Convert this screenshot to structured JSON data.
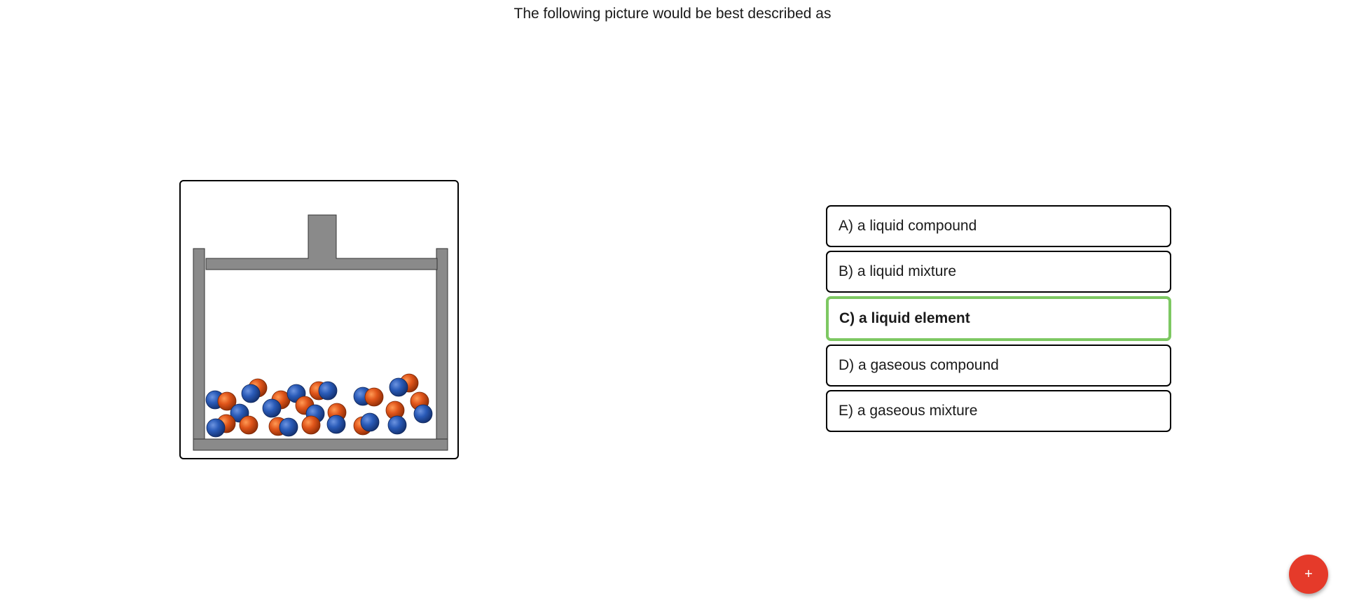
{
  "question": {
    "text": "The following picture would be best described as"
  },
  "figure": {
    "icon": "piston-container-with-particles",
    "particle_colors": {
      "blue": "#2a5bb8",
      "orange": "#e0551a"
    },
    "wall_color": "#8a8a8a"
  },
  "options": [
    {
      "label": "A) a liquid compound",
      "selected": false
    },
    {
      "label": "B) a liquid mixture",
      "selected": false
    },
    {
      "label": "C) a liquid element",
      "selected": true
    },
    {
      "label": "D) a gaseous compound",
      "selected": false
    },
    {
      "label": "E) a gaseous mixture",
      "selected": false
    }
  ],
  "fab": {
    "label": "+",
    "icon": "plus-icon",
    "color": "#e53a2a"
  },
  "colors": {
    "selected_border": "#7dc862"
  }
}
